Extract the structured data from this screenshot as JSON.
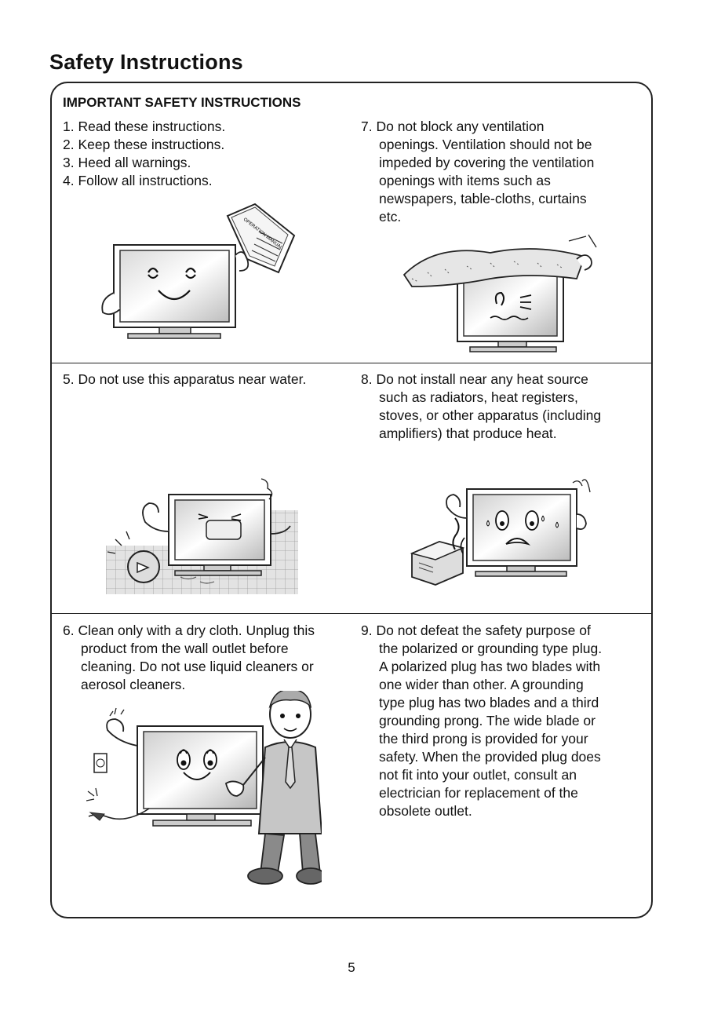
{
  "page_title": "Safety Instructions",
  "section_heading": "IMPORTANT SAFETY INSTRUCTIONS",
  "items": {
    "i1": "1. Read these instructions.",
    "i2": "2. Keep these instructions.",
    "i3": "3. Heed all warnings.",
    "i4": "4. Follow all instructions.",
    "i5": "5. Do not use this apparatus near water.",
    "i6": [
      "6. Clean only with a dry cloth. Unplug this",
      "product from the wall outlet before",
      "cleaning. Do not use liquid cleaners or",
      "aerosol cleaners."
    ],
    "i7": [
      "7. Do not block any ventilation",
      "openings. Ventilation should not be",
      "impeded by covering the ventilation",
      "openings with items such as",
      "newspapers, table-cloths, curtains",
      "etc."
    ],
    "i8": [
      "8. Do not install near any heat source",
      "such as radiators, heat registers,",
      "stoves, or other apparatus (including",
      "amplifiers) that produce heat."
    ],
    "i9": [
      "9. Do not defeat the safety purpose of",
      "the polarized or grounding type plug.",
      "A polarized plug has two blades with",
      "one wider than other. A grounding",
      "type plug has two blades and a third",
      "grounding prong. The wide blade or",
      "the third prong is provided for your",
      "safety. When the provided plug does",
      "not fit into your outlet, consult an",
      "electrician for replacement of the",
      "obsolete outlet."
    ]
  },
  "manual_label": "OPERATION MANUAL",
  "page_number": "5"
}
